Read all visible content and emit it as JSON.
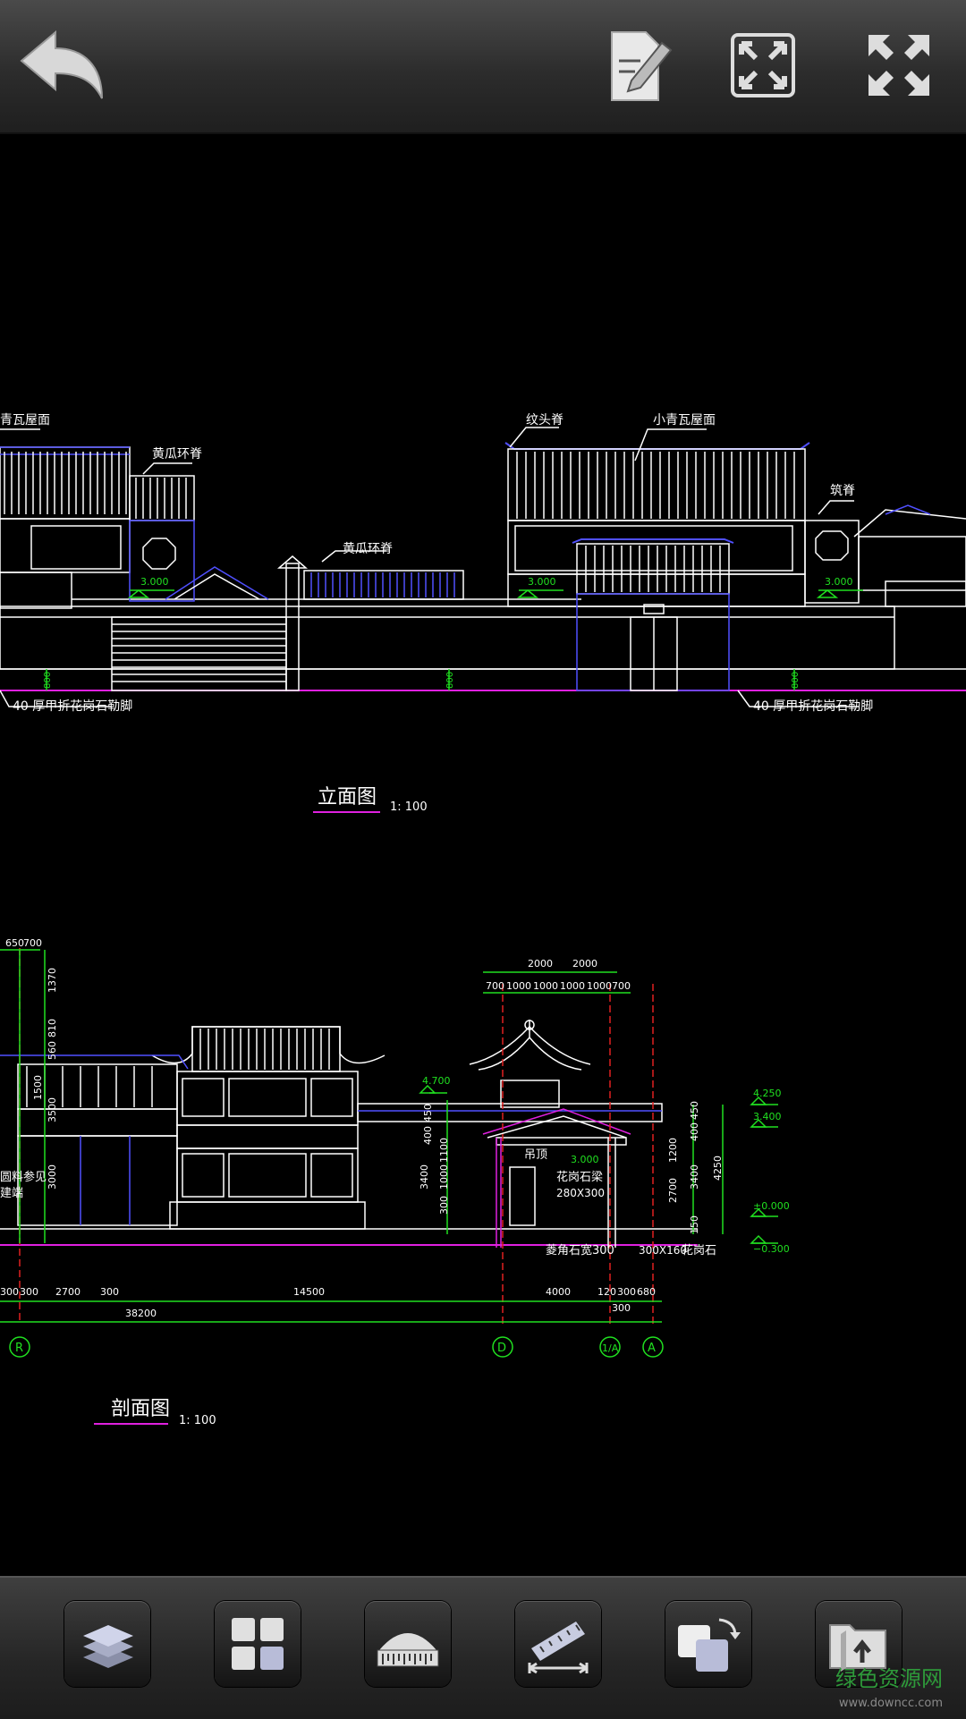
{
  "toolbar": {
    "back_icon": "back-arrow-icon",
    "edit_icon": "edit-note-icon",
    "fit_icon": "fit-screen-icon",
    "fullscreen_icon": "fullscreen-icon"
  },
  "drawing": {
    "elevation": {
      "labels": {
        "roof_left": "青瓦屋面",
        "ridge_a": "黄瓜环脊",
        "ridge_b": "黄瓜环脊",
        "ridge_c": "纹头脊",
        "roof_right": "小青瓦屋面",
        "ridge_d": "筑脊",
        "base_left": "40 厚甲折花岗石勒脚",
        "base_right": "40 厚甲折花岗石勒脚"
      },
      "levels": [
        "3.000",
        "3.000",
        "3.000"
      ],
      "dims": [
        "800",
        "800",
        "800"
      ],
      "title": "立面图",
      "scale": "1: 100"
    },
    "section": {
      "top_dims": [
        "2000",
        "2000"
      ],
      "sub_dims": [
        "700",
        "1000",
        "1000",
        "1000",
        "1000",
        "700"
      ],
      "left_dims_top": [
        "650",
        "700"
      ],
      "left_vert_dims": [
        "810",
        "560",
        "1370",
        "1500",
        "3500",
        "3000"
      ],
      "mid_vert_dims": [
        "450",
        "400",
        "1100",
        "1000",
        "3400",
        "300"
      ],
      "right_vert_dims": [
        "450",
        "400",
        "1200",
        "3400",
        "2700",
        "150"
      ],
      "total_vert": "4250",
      "levels_right": [
        "4.250",
        "3.400",
        "±0.000",
        "−0.300"
      ],
      "level_mid": "4.700",
      "level_pav": "3.000",
      "left_notes": [
        "圆料参见",
        "建端"
      ],
      "notes": {
        "ceiling": "吊顶",
        "beam": "花岗石梁",
        "beam_size": "280X300",
        "stone_a": "菱角石宽300",
        "stone_b": "300X160",
        "stone_c": "花岗石"
      },
      "bottom_dims": [
        "300",
        "300",
        "2700",
        "300",
        "14500",
        "4000",
        "120",
        "300",
        "680"
      ],
      "sub_bottom": "300",
      "total": "38200",
      "axes": [
        "R",
        "D",
        "1/A",
        "A"
      ],
      "title": "剖面图",
      "scale": "1: 100"
    }
  },
  "bottombar": {
    "tools": [
      "layers-icon",
      "layout-icon",
      "shapes-icon",
      "measure-icon",
      "rotate-icon",
      "export-icon"
    ],
    "watermark": "绿色资源网",
    "watermark_url": "www.downcc.com"
  }
}
